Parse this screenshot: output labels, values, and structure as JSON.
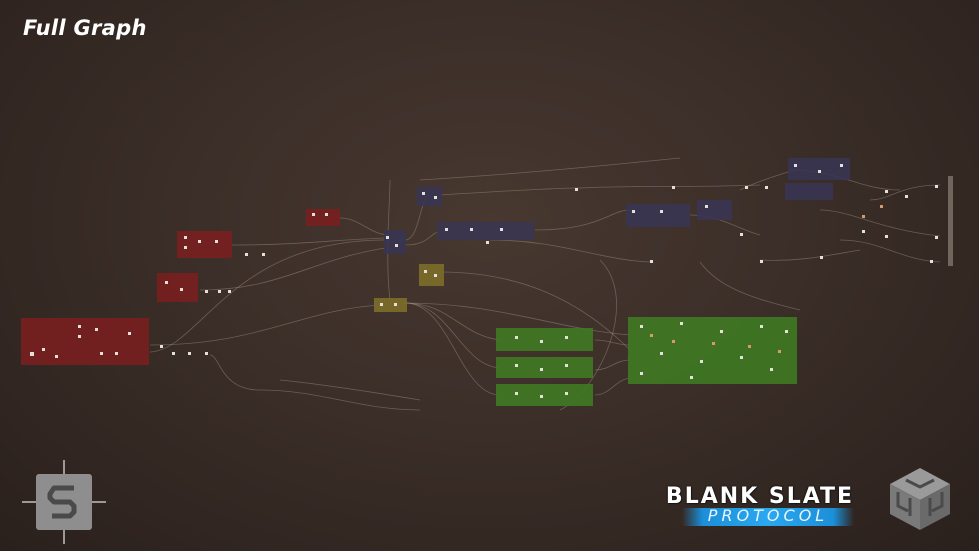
{
  "header": {
    "title": "Full Graph"
  },
  "branding": {
    "title": "BLANK SLATE",
    "subtitle": "PROTOCOL",
    "substance_icon": "substance-designer-logo-icon",
    "studio_icon": "cube-maze-logo-icon"
  },
  "colors": {
    "background": "#3a2d27",
    "frame_red": "#7c1f1f",
    "frame_purple": "#3a3552",
    "frame_yellow": "#7d6d28",
    "frame_green": "#3f7a22",
    "wire": "#a89a8c",
    "brand_blue": "#2aa8f0"
  }
}
